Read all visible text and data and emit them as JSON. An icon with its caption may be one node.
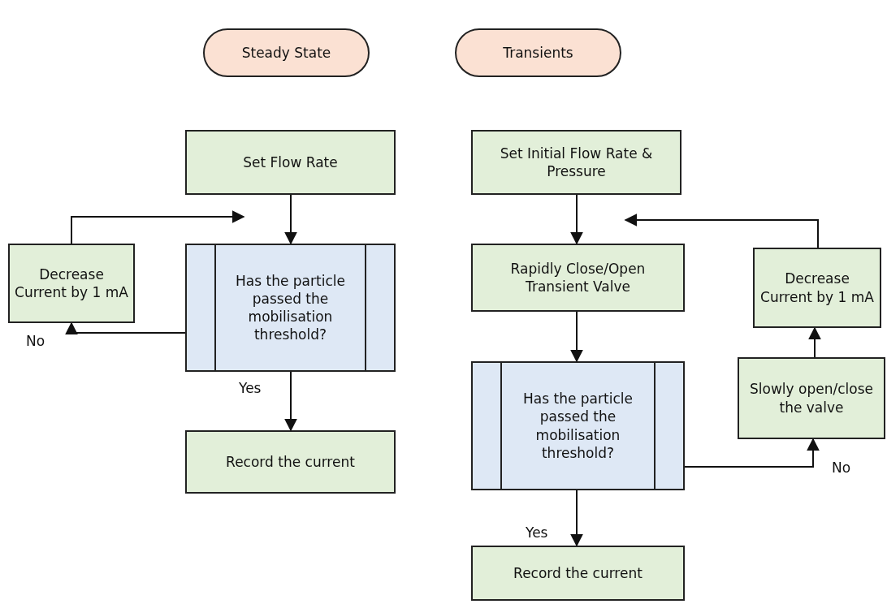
{
  "diagram": {
    "nodes": [
      {
        "text": [
          "Steady State"
        ]
      },
      {
        "text": [
          "Transients"
        ]
      },
      {
        "text": [
          "Set Flow Rate"
        ]
      },
      {
        "text": [
          "Decrease Current by 1 mA"
        ]
      },
      {
        "text": [
          "Has the particle passed the mobilisation threshold?"
        ]
      },
      {
        "text": [
          "Record the current"
        ]
      },
      {
        "text": [
          "Set Initial Flow Rate & Pressure"
        ]
      },
      {
        "text": [
          "Decrease Current by 1 mA"
        ]
      },
      {
        "text": [
          "Rapidly Close/Open Transient Valve"
        ]
      },
      {
        "text": [
          "Slowly open/close the valve"
        ]
      },
      {
        "text": [
          "Has the particle passed the mobilisation threshold?"
        ]
      },
      {
        "text": [
          "Record the current"
        ]
      }
    ],
    "edges": [
      {
        "from": 2,
        "to": 4,
        "arrow": "to"
      },
      {
        "from": 4,
        "to": 3,
        "arrow": "to",
        "label": "No"
      },
      {
        "from": 3,
        "to": 2,
        "arrow": "to"
      },
      {
        "from": 4,
        "to": 5,
        "arrow": "to",
        "label": "Yes"
      },
      {
        "from": 6,
        "to": 8,
        "arrow": "to"
      },
      {
        "from": 8,
        "to": 10,
        "arrow": "to"
      },
      {
        "from": 10,
        "to": 9,
        "arrow": "to",
        "label": "No"
      },
      {
        "from": 9,
        "to": 7,
        "arrow": "to"
      },
      {
        "from": 7,
        "to": 8,
        "arrow": "to"
      },
      {
        "from": 10,
        "to": 11,
        "arrow": "to",
        "label": "Yes"
      }
    ]
  }
}
